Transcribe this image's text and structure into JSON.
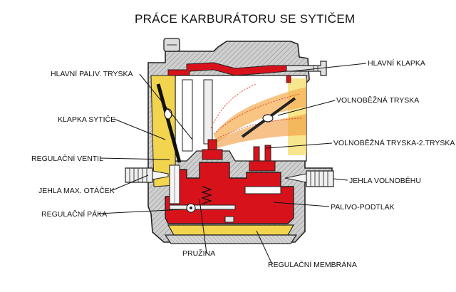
{
  "title": "PRÁCE KARBURÁTORU SE SYTIČEM",
  "labels": {
    "hlavni_paliv_tryska": "HLAVNÍ PALIV. TRYSKA",
    "klapka_sytice": "KLAPKA SYTIČE",
    "regulacni_ventil": "REGULAČNÍ VENTIL",
    "jehla_max_otacek": "JEHLA MAX. OTÁČEK",
    "regulacni_paka": "REGULAČNÍ PÁKA",
    "pruzina": "PRUŽINA",
    "regulacni_membrana": "REGULAČNÍ MEMBRÁNA",
    "hlavni_klapka": "HLAVNÍ KLAPKA",
    "volnobezna_tryska": "VOLNOBĚŽNÁ TRYSKA",
    "volnobezna_tryska_2": "VOLNOBĚŽNÁ TRYSKA-2.TRYSKA",
    "jehla_volnobehu": "JEHLA VOLNOBĚHU",
    "palivo_podtlak": "PALIVO-PODTLAK"
  },
  "colors": {
    "fuel": "#d8121b",
    "body": "#c9c9c9",
    "intake_air": "#f2d44e",
    "spray": "#f29a3a"
  }
}
